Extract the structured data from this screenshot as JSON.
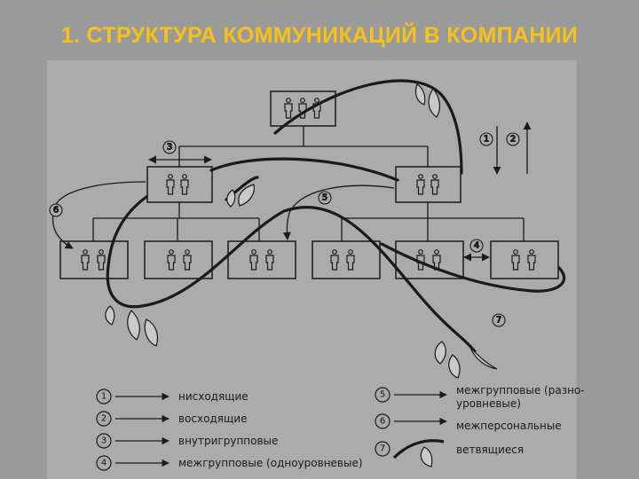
{
  "title": "1. СТРУКТУРА КОММУНИКАЦИЙ В КОМПАНИИ",
  "diagram": {
    "markers": [
      "1",
      "2",
      "3",
      "4",
      "5",
      "6",
      "7"
    ],
    "legend": [
      {
        "num": "1",
        "label": "нисходящие"
      },
      {
        "num": "2",
        "label": "восходящие"
      },
      {
        "num": "3",
        "label": "внутригрупповые"
      },
      {
        "num": "4",
        "label": "межгрупповые (одноуровневые)"
      },
      {
        "num": "5",
        "label": "межгрупповые (разно-",
        "label2": "уровневые)"
      },
      {
        "num": "6",
        "label": "межперсональные"
      },
      {
        "num": "7",
        "label": "ветвящиеся"
      }
    ]
  },
  "colors": {
    "title": "#f6c21a",
    "background": "#9a9a9a",
    "panel": "#ababab",
    "ink": "#1a1a1a"
  }
}
